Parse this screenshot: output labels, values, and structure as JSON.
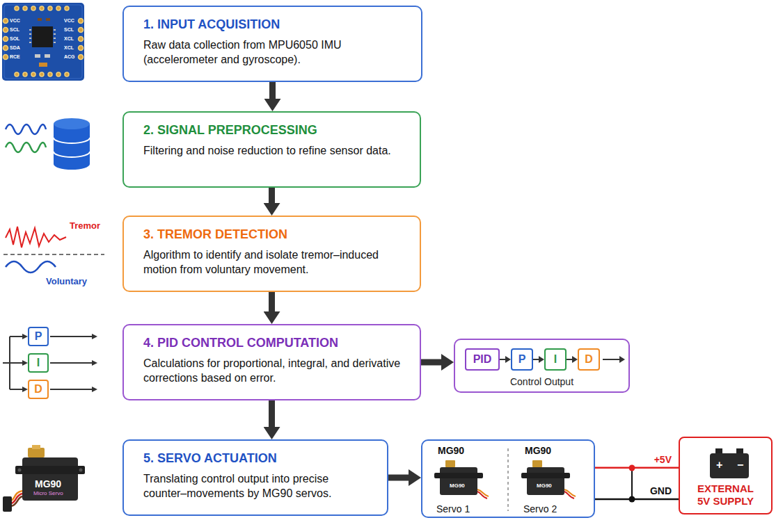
{
  "diagram": {
    "nodes": [
      {
        "text": [
          "1. INPUT ACQUISITION",
          "Raw data collection from MPU6050 IMU (accelerometer and gyroscope)."
        ]
      },
      {
        "text": [
          "2. SIGNAL PREPROCESSING",
          "Filtering and noise reduction to refine sensor data."
        ]
      },
      {
        "text": [
          "3. TREMOR DETECTION",
          "Algorithm to identify and isolate tremor–induced motion from voluntary movement."
        ]
      },
      {
        "text": [
          "P"
        ]
      },
      {
        "text": [
          "I"
        ]
      },
      {
        "text": [
          "D"
        ]
      },
      {
        "text": [
          "4. PID CONTROL COMPUTATION",
          "Calculations for proportional, integral, and derivative corrections based on error."
        ]
      },
      {
        "text": [
          "Control Output"
        ]
      },
      {
        "text": [
          "PID"
        ],
        "in": 7
      },
      {
        "text": [
          "P"
        ],
        "in": 7
      },
      {
        "text": [
          "I"
        ],
        "in": 7
      },
      {
        "text": [
          "D"
        ],
        "in": 7
      },
      {
        "text": [
          "5. SERVO ACTUATION",
          "Translating control output into precise counter–movements by MG90 servos."
        ]
      },
      {
        "text": [
          "MG90",
          "MG90",
          "Servo 1",
          "Servo 2"
        ]
      },
      {
        "text": [
          "EXTERNAL 5V SUPPLY"
        ]
      }
    ],
    "edges": [
      {
        "from": 0,
        "to": 1,
        "arrow": "to"
      },
      {
        "from": 1,
        "to": 2,
        "arrow": "to"
      },
      {
        "from": 2,
        "to": 6,
        "arrow": "to"
      },
      {
        "from": 6,
        "to": 12,
        "arrow": "to"
      },
      {
        "from": 6,
        "to": 7,
        "arrow": "to"
      },
      {
        "from": 8,
        "to": 9,
        "arrow": "to"
      },
      {
        "from": 9,
        "to": 10,
        "arrow": "to"
      },
      {
        "from": 10,
        "to": 11,
        "arrow": "to"
      },
      {
        "from": 12,
        "to": 13,
        "arrow": "to"
      },
      {
        "from": 13,
        "to": 14,
        "label": "+5V",
        "arrow": "none"
      },
      {
        "from": 13,
        "to": 14,
        "label": "GND",
        "arrow": "none"
      }
    ],
    "labels": [
      "VCC",
      "SCL",
      "SOL",
      "SDA",
      "RCE",
      "VCC",
      "SCL",
      "XCL",
      "XCL",
      "ACG",
      "Tremor",
      "Voluntary",
      "MG90",
      "Micro Servo",
      "MG90",
      "MG90",
      "+",
      "−"
    ]
  }
}
